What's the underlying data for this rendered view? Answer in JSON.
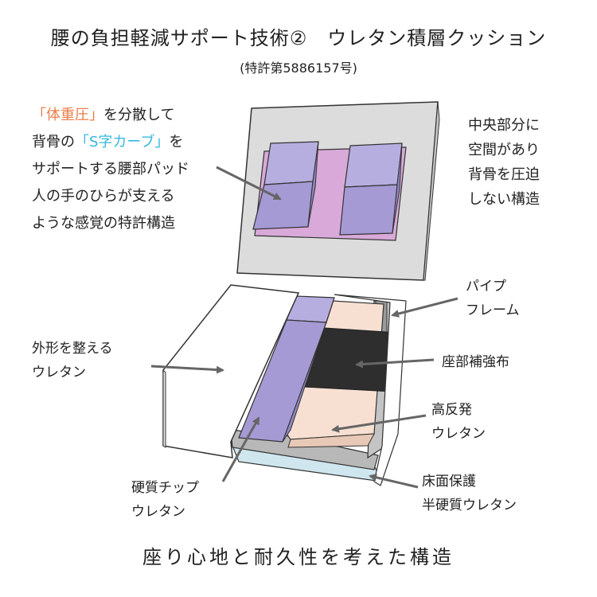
{
  "title": "腰の負担軽減サポート技術②　ウレタン積層クッション",
  "subtitle": "(特許第5886157号)",
  "left_description": {
    "line1_highlight": "「体重圧」",
    "line1_rest": "を分散して",
    "line2_prefix": "背骨の",
    "line2_highlight": "「S字カーブ」",
    "line2_suffix": "を",
    "line3": "サポートする腰部パッド",
    "line4": "人の手のひらが支える",
    "line5": "ような感覚の特許構造"
  },
  "center_description": {
    "line1": "中央部分に",
    "line2": "空間があり",
    "line3": "背骨を圧迫",
    "line4": "しない構造"
  },
  "labels": {
    "pipe_line1": "パイプ",
    "pipe_line2": "フレーム",
    "outer_line1": "外形を整える",
    "outer_line2": "ウレタン",
    "seat_reinforcement": "座部補強布",
    "high_rebound_line1": "高反発",
    "high_rebound_line2": "ウレタン",
    "chip_line1": "硬質チップ",
    "chip_line2": "ウレタン",
    "floor_line1": "床面保護",
    "floor_line2": "半硬質ウレタン"
  },
  "footer": "座り心地と耐久性を考えた構造",
  "colors": {
    "highlight_orange": "#ea7e4a",
    "highlight_cyan": "#36b7e0",
    "lavender": "#a9a0d4",
    "pink": "#d9a9d9",
    "gray_panel": "#dcdcdc",
    "dark_band": "#2e2e2e",
    "peach": "#f7e0d2",
    "light_blue": "#cfe6ef",
    "arrow": "#666666"
  }
}
